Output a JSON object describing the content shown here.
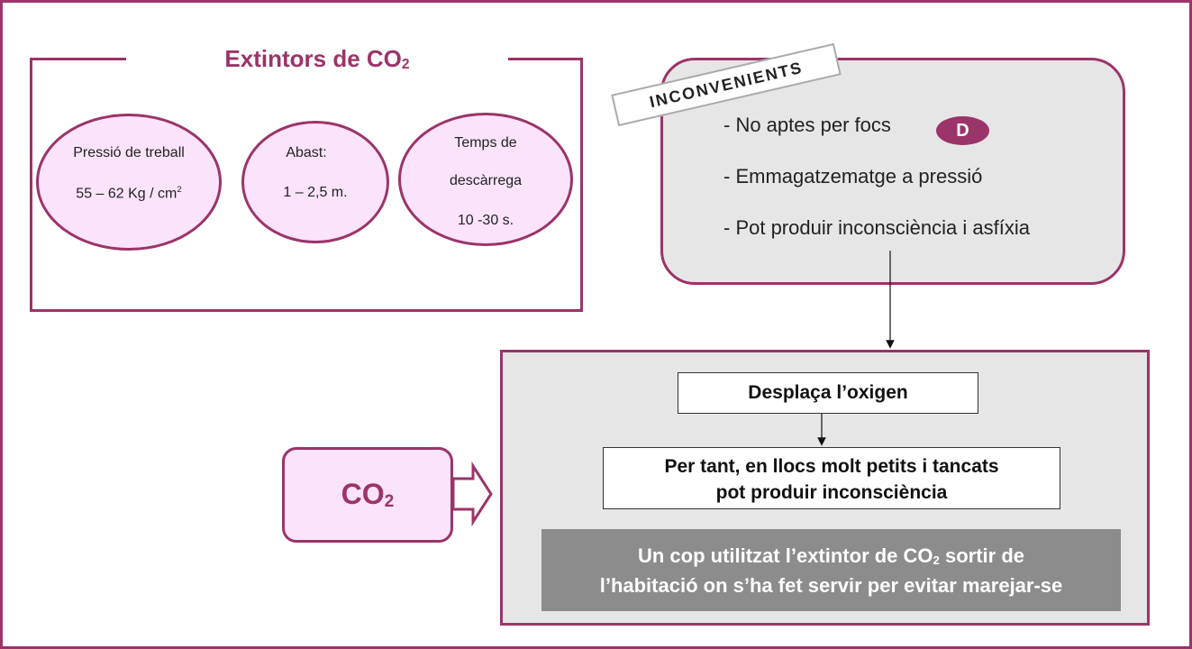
{
  "extinguisher": {
    "title_main": "Extintors de CO",
    "title_sub": "2",
    "working_pressure": {
      "label": "Pressió de treball",
      "value": "55 – 62 Kg / cm",
      "value_sup": "2"
    },
    "range": {
      "label": "Abast:",
      "value": "1 – 2,5 m."
    },
    "discharge_time": {
      "label_line1": "Temps de",
      "label_line2": "descàrrega",
      "value": "10 -30 s."
    }
  },
  "inconvenients": {
    "tag": "INCONVENIENTS",
    "items": [
      "- No aptes per focs",
      "- Emmagatzematge a pressió",
      "- Pot produir inconsciència i asfíxia"
    ],
    "fire_class_badge": "D"
  },
  "co2": {
    "main": "CO",
    "sub": "2"
  },
  "effects": {
    "box1": "Desplaça l’oxigen",
    "box2_line1": "Per tant, en llocs molt petits i tancats",
    "box2_line2": "pot produir inconsciència",
    "notice_line1_a": "Un cop utilitzat l’extintor de CO",
    "notice_line1_sub": "2",
    "notice_line1_b": " sortir de",
    "notice_line2": "l’habitació on s’ha fet servir per evitar marejar-se"
  },
  "colors": {
    "accent": "#9b3468",
    "ellipse_fill": "#fbe3fb",
    "panel_gray": "#e6e6e6",
    "notice_gray": "#8c8c8c"
  }
}
